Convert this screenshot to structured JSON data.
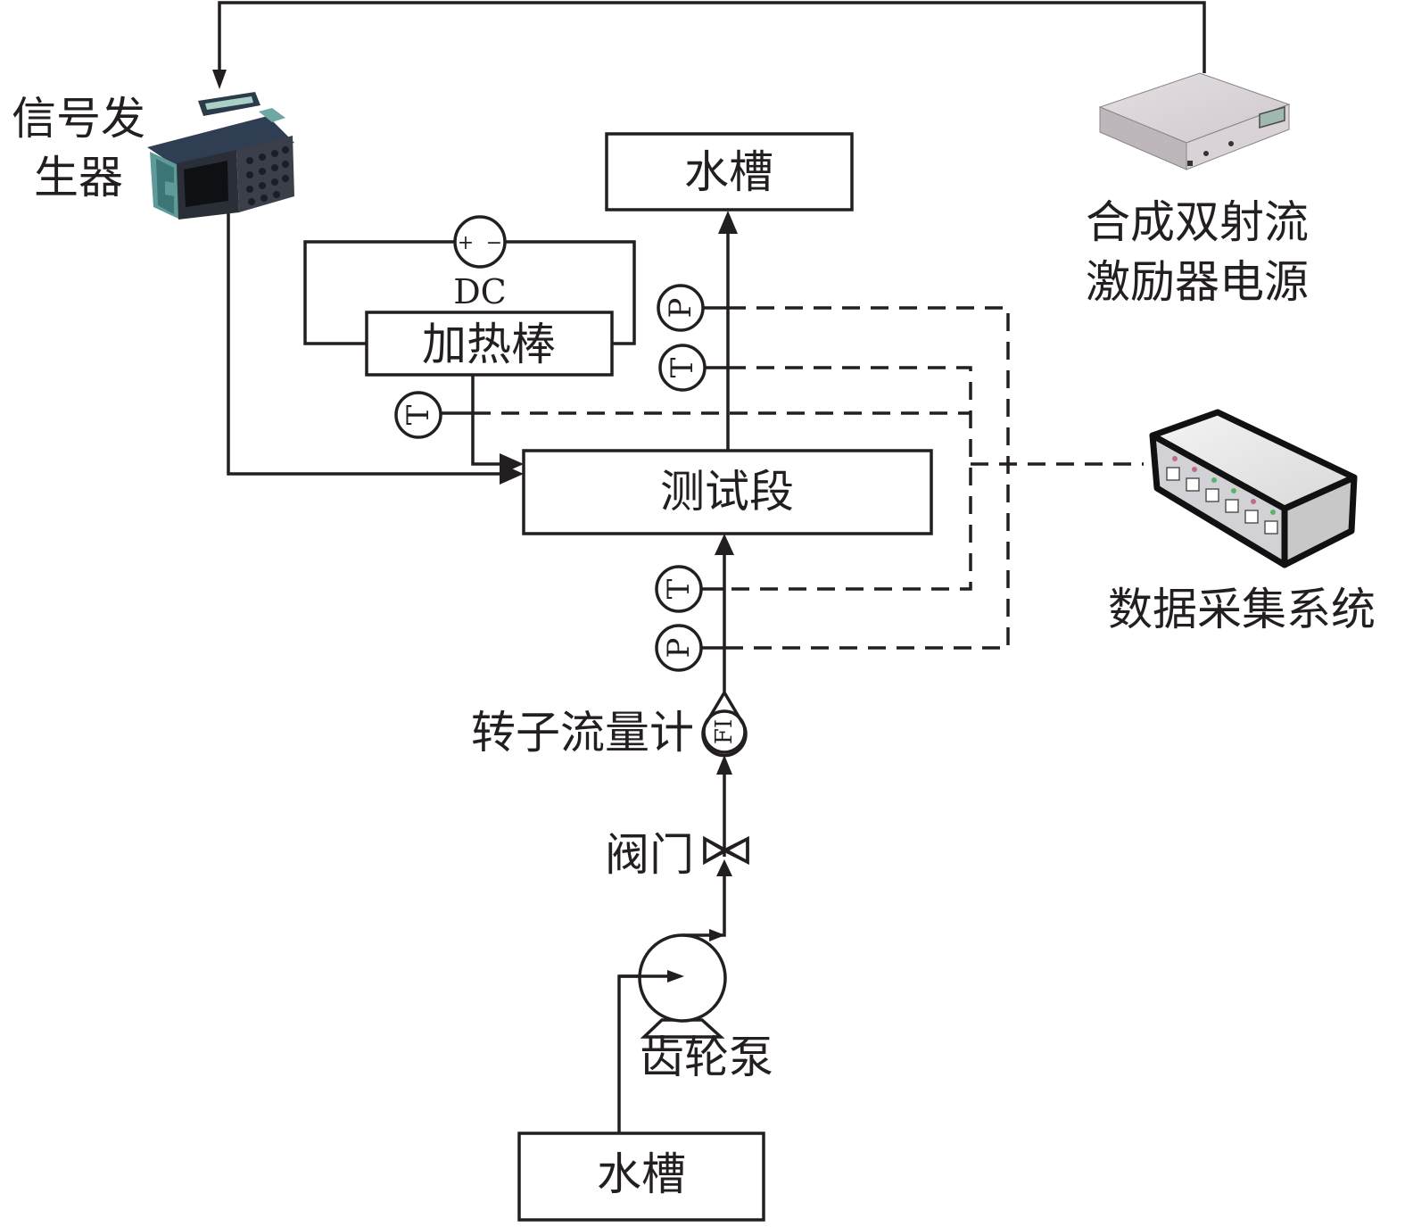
{
  "diagram": {
    "components": {
      "signal_generator": {
        "label_line1": "信号发",
        "label_line2": "生器",
        "icon": "oscilloscope-icon"
      },
      "jet_power_supply": {
        "label_line1": "合成双射流",
        "label_line2": "激励器电源",
        "icon": "power-supply-icon"
      },
      "daq_system": {
        "label": "数据采集系统",
        "icon": "network-switch-icon"
      },
      "tank_top": {
        "label": "水槽"
      },
      "tank_bottom": {
        "label": "水槽"
      },
      "heater": {
        "label": "加热棒"
      },
      "dc_source": {
        "label": "DC",
        "plus": "+",
        "minus": "−"
      },
      "test_section": {
        "label": "测试段"
      },
      "flowmeter": {
        "label": "转子流量计",
        "symbol": "FI"
      },
      "valve": {
        "label": "阀门"
      },
      "pump": {
        "label": "齿轮泵"
      }
    },
    "sensors": {
      "outlet_pressure": "P",
      "outlet_temperature": "T",
      "heater_temperature": "T",
      "inlet_temperature": "T",
      "inlet_pressure": "P"
    },
    "colors": {
      "line": "#231f20",
      "background": "#ffffff"
    }
  }
}
